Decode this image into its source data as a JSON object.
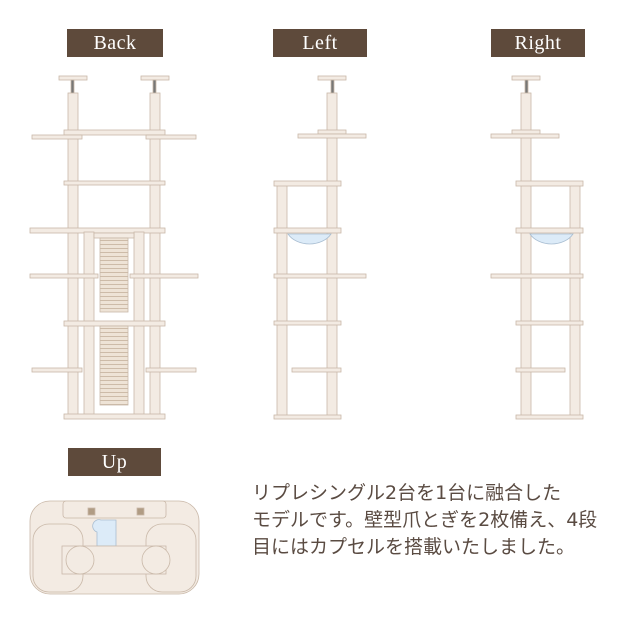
{
  "labels": {
    "back": "Back",
    "left": "Left",
    "right": "Right",
    "up": "Up"
  },
  "description": {
    "lines": [
      "リプレシングル2台を1台に融合した",
      "モデルです。壁型爪とぎを2枚備え、4段",
      "目にはカプセルを搭載いたしました。"
    ]
  },
  "colors": {
    "label_bg": "#5e4a3b",
    "wood": "#f3ebe3",
    "outline": "#c9b8a8",
    "capsule": "#dcebf8",
    "text": "#5a4b42"
  }
}
